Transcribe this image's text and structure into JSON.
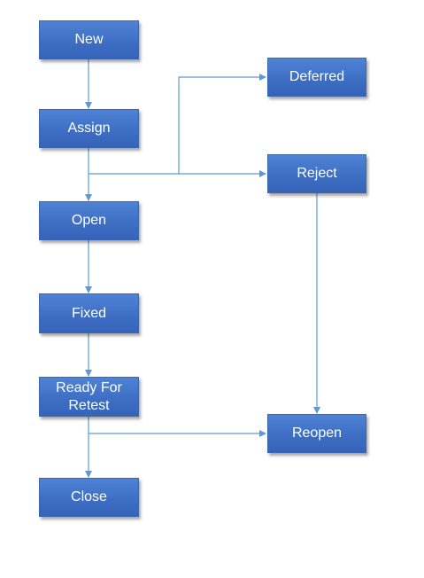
{
  "nodes": {
    "new": "New",
    "assign": "Assign",
    "open": "Open",
    "fixed": "Fixed",
    "ready_for_retest": "Ready For Retest",
    "close": "Close",
    "deferred": "Deferred",
    "reject": "Reject",
    "reopen": "Reopen"
  },
  "colors": {
    "node_fill": "#4472c4",
    "connector": "#5b9bd5",
    "text": "#ffffff"
  }
}
